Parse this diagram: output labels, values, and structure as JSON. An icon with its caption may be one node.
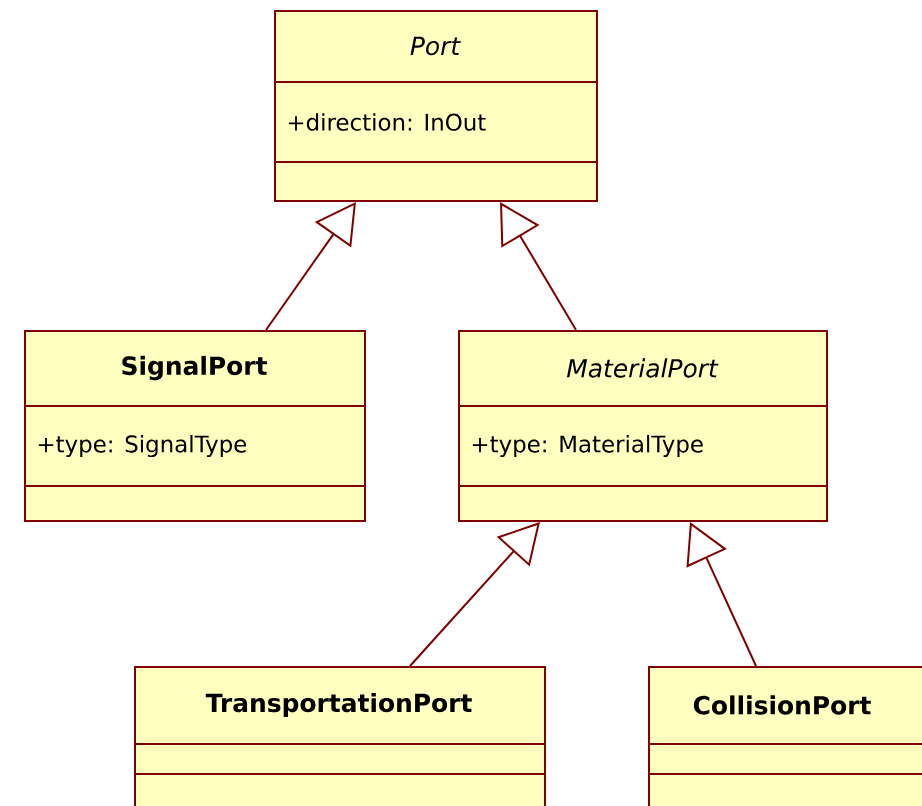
{
  "diagram": {
    "nodes": [
      {
        "text": [
          "Port",
          "+direction: InOut"
        ]
      },
      {
        "text": [
          "SignalPort",
          "+type: SignalType"
        ]
      },
      {
        "text": [
          "MaterialPort",
          "+type: MaterialType"
        ]
      },
      {
        "text": [
          "TransportationPort"
        ]
      },
      {
        "text": [
          "CollisionPort"
        ]
      }
    ],
    "edges": [
      {
        "from": 1,
        "to": 0,
        "arrow": "to"
      },
      {
        "from": 2,
        "to": 0,
        "arrow": "to"
      },
      {
        "from": 3,
        "to": 2,
        "arrow": "to"
      },
      {
        "from": 4,
        "to": 2,
        "arrow": "to"
      }
    ]
  }
}
